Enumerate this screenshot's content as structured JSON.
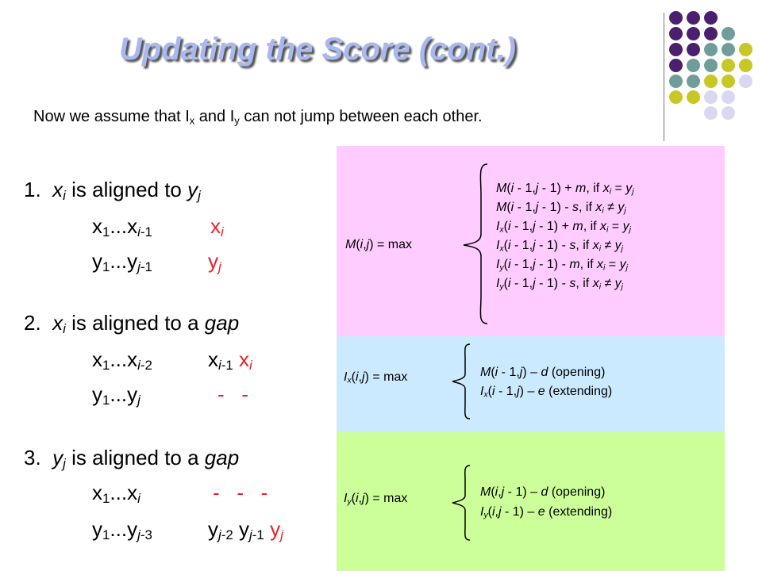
{
  "title": "Updating the Score (cont.)",
  "subtitle": {
    "part1": "Now we assume that I",
    "sub1": "x",
    "part2": " and I",
    "sub2": "y",
    "part3": " can not jump between each other."
  },
  "decor": {
    "colors": {
      "purple": "#4b1f6f",
      "teal": "#6f9e9a",
      "olive": "#c7c825",
      "lavender": "#d8d8f0",
      "accent_red": "#e8202a",
      "pink_box": "#ffccff",
      "blue_box": "#cceaff",
      "green_box": "#ccff99",
      "title_color": "#a9b8ef"
    }
  },
  "cases": [
    {
      "heading": {
        "num": "1.",
        "v1": "x",
        "s1": "i",
        "mid": " is aligned to ",
        "v2": "y",
        "s2": "j"
      },
      "row1": {
        "left": "x<sub>1</sub>...x<sub><i>i</i>-1</sub>",
        "right": "x<sub><i>i</i></sub>"
      },
      "row2": {
        "left": "y<sub>1</sub>...y<sub><i>j</i>-1</sub>",
        "right": "y<sub><i>j</i></sub>"
      }
    },
    {
      "heading": {
        "num": "2.",
        "v1": "x",
        "s1": "i",
        "mid": " is aligned to a ",
        "v2": "gap",
        "s2": ""
      },
      "row1": {
        "left": "x<sub>1</sub>...x<sub><i>i</i>-2</sub>",
        "right": "x<sub><i>i</i>-1</sub> <span class=\"red\">x<sub><i>i</i></sub></span>"
      },
      "row2": {
        "left": "y<sub>1</sub>...y<sub><i>j</i></sub>",
        "right": "-&nbsp;&nbsp;&nbsp;-"
      }
    },
    {
      "heading": {
        "num": "3.",
        "v1": "y",
        "s1": "j",
        "mid": " is aligned to a ",
        "v2": "gap",
        "s2": ""
      },
      "row1": {
        "left": "x<sub>1</sub>...x<sub><i>i</i></sub>",
        "right": "-&nbsp;&nbsp;&nbsp;-&nbsp;&nbsp;&nbsp;-"
      },
      "row2": {
        "left": "y<sub>1</sub>...y<sub><i>j</i>-3</sub>",
        "right": "y<sub><i>j</i>-2</sub> y<sub><i>j</i>-1</sub> <span class=\"red\">y<sub><i>j</i></sub></span>"
      }
    }
  ],
  "equations": {
    "M": {
      "label": "<i>M</i>(<i>i</i>,<i>j</i>) = max",
      "cases": [
        "<i>M</i>(<i>i</i> - 1,<i>j</i> - 1) + <i>m</i>, if <i>x<sub>i</sub></i> = <i>y<sub>j</sub></i>",
        "<i>M</i>(<i>i</i> - 1,<i>j</i> - 1) - <i>s</i>, if <i>x<sub>i</sub></i> ≠ <i>y<sub>j</sub></i>",
        "<i>I<sub>x</sub></i>(<i>i</i> - 1,<i>j</i> - 1) + <i>m</i>, if <i>x<sub>i</sub></i> = <i>y<sub>j</sub></i>",
        "<i>I<sub>x</sub></i>(<i>i</i> - 1,<i>j</i> - 1) - <i>s</i>, if <i>x<sub>i</sub></i> ≠ <i>y<sub>j</sub></i>",
        "<i>I<sub>y</sub></i>(<i>i</i> - 1,<i>j</i> - 1) - <i>m</i>, if <i>x<sub>i</sub></i> = <i>y<sub>j</sub></i>",
        "<i>I<sub>y</sub></i>(<i>i</i> - 1,<i>j</i> - 1) - <i>s</i>, if <i>x<sub>i</sub></i> ≠ <i>y<sub>j</sub></i>"
      ]
    },
    "Ix": {
      "label": "<i>I<sub>x</sub></i>(<i>i</i>,<i>j</i>) = max",
      "cases": [
        "<i>M</i>(<i>i</i> - 1,<i>j</i>) – <i>d</i> (opening)",
        "<i>I<sub>x</sub></i>(<i>i</i> - 1,<i>j</i>) – <i>e</i> (extending)"
      ]
    },
    "Iy": {
      "label": "<i>I<sub>y</sub></i>(<i>i</i>,<i>j</i>) = max",
      "cases": [
        "<i>M</i>(<i>i</i>,<i>j</i> - 1) – <i>d</i> (opening)",
        "<i>I<sub>y</sub></i>(<i>i</i>,<i>j</i> - 1) – <i>e</i> (extending)"
      ]
    }
  }
}
